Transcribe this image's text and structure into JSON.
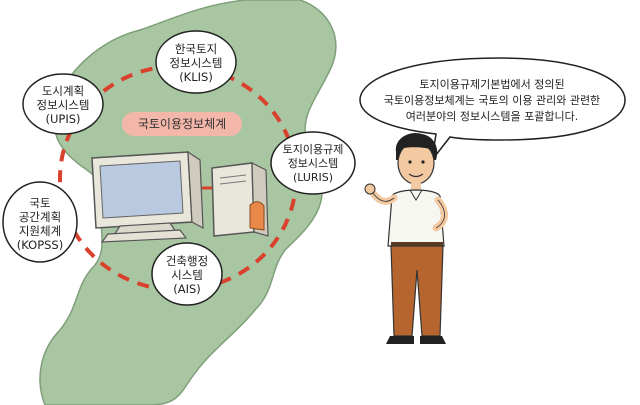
{
  "center_label": "국토이용정보체계",
  "systems": [
    {
      "id": "klis",
      "lines": [
        "한국토지",
        "정보시스템",
        "(KLIS)"
      ]
    },
    {
      "id": "upis",
      "lines": [
        "도시계획",
        "정보시스템",
        "(UPIS)"
      ]
    },
    {
      "id": "luris",
      "lines": [
        "토지이용규제",
        "정보시스템",
        "(LURIS)"
      ]
    },
    {
      "id": "kopss",
      "lines": [
        "국토",
        "공간계획",
        "지원체계",
        "(KOPSS)"
      ]
    },
    {
      "id": "ais",
      "lines": [
        "건축행정",
        "시스템",
        "(AIS)"
      ]
    }
  ],
  "speech": {
    "lines": [
      "토지이용규제기본법에서 정의된",
      "국토이용정보체계는 국토의 이용 관리와 관련한",
      "여러분야의 정보시스템을 포괄합니다."
    ]
  },
  "colors": {
    "land": "#a9c6a3",
    "land_stroke": "#7f9f7a",
    "ring": "#d9412d",
    "label_pill": "#f3b7aa",
    "monitor": "#e9e6dc",
    "screen": "#b9c9e0",
    "connector": "#d9412d"
  }
}
